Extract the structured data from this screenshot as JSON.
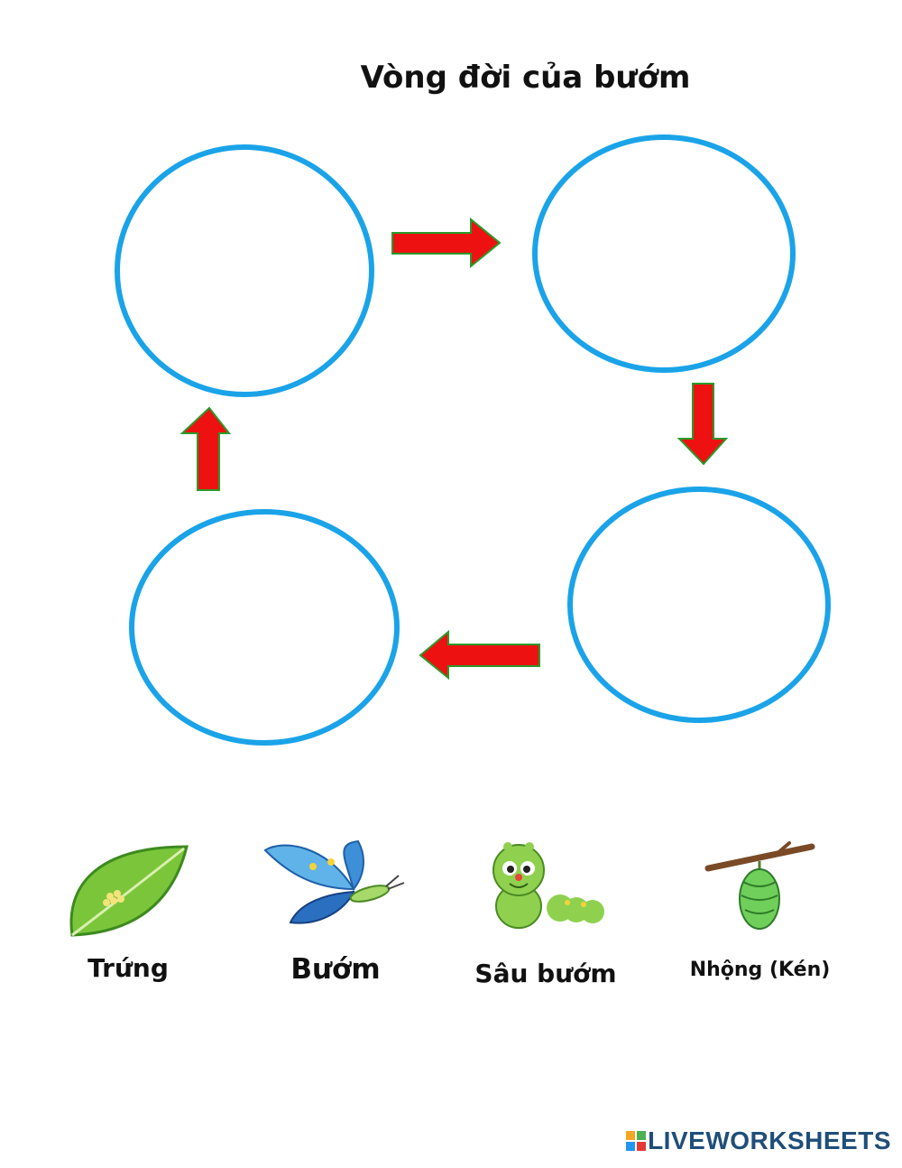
{
  "title": "Vòng đời của bướm",
  "colors": {
    "circle": "#1aa3e8",
    "arrow_fill": "#ee1111",
    "arrow_stroke": "#2a9a2a"
  },
  "cards": [
    {
      "label": "Trứng",
      "icon": "leaf-with-eggs-icon"
    },
    {
      "label": "Bướm",
      "icon": "butterfly-icon"
    },
    {
      "label": "Sâu bướm",
      "icon": "caterpillar-icon"
    },
    {
      "label": "Nhộng (Kén)",
      "icon": "chrysalis-icon"
    }
  ],
  "brand": "LIVEWORKSHEETS"
}
